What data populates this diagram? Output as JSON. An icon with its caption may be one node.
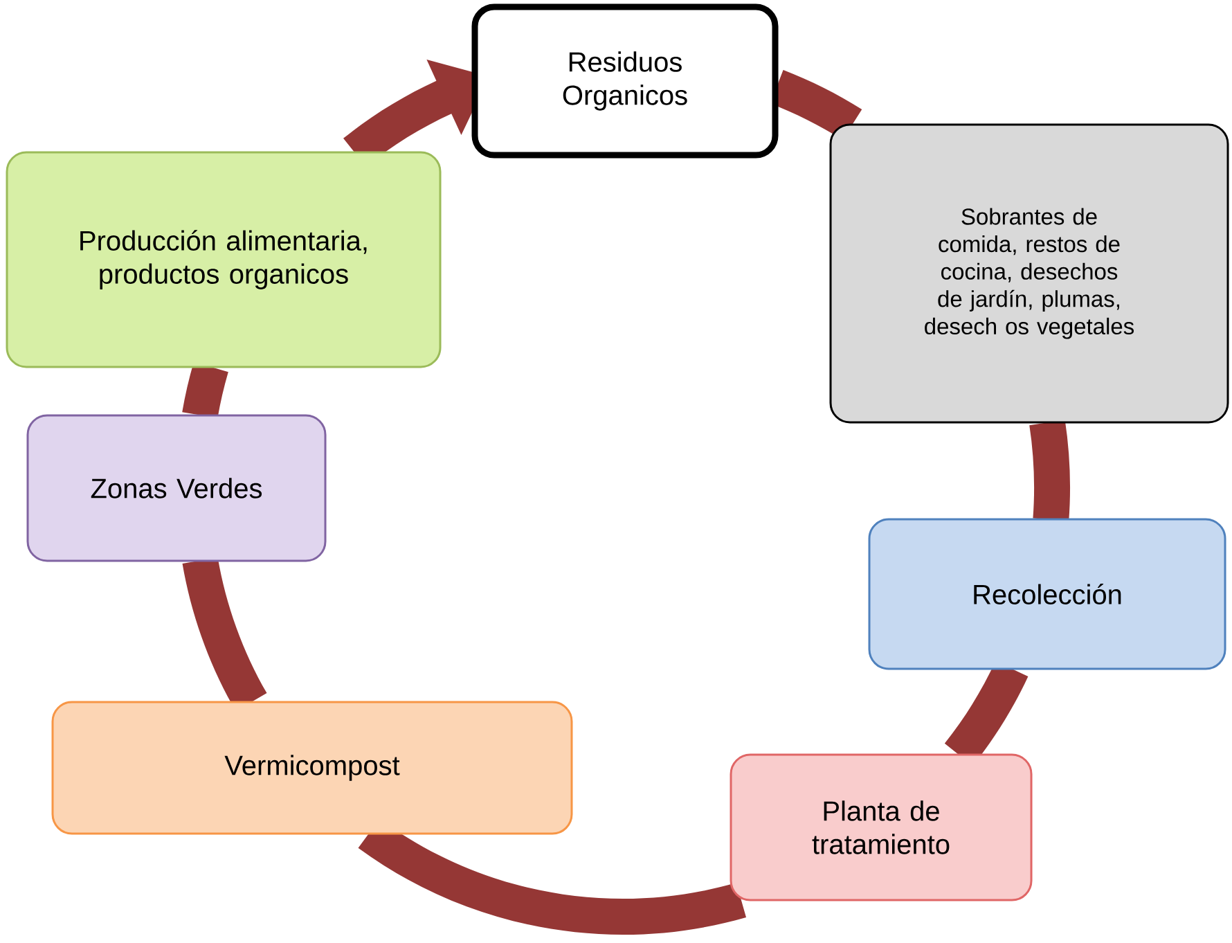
{
  "diagram": {
    "nodes": [
      {
        "text": [
          "Residuos Organicos"
        ]
      },
      {
        "text": [
          "Sobrantes de comida, restos de cocina, desechos de jardín, plumas, desech os vegetales"
        ]
      },
      {
        "text": [
          "Recolección"
        ]
      },
      {
        "text": [
          "Planta de tratamiento"
        ]
      },
      {
        "text": [
          "Vermicompost"
        ]
      },
      {
        "text": [
          "Zonas Verdes"
        ]
      },
      {
        "text": [
          "Producción alimentaria, productos organicos"
        ]
      }
    ],
    "edges": [
      {
        "from": 0,
        "to": 1,
        "arrow": "none"
      },
      {
        "from": 1,
        "to": 2,
        "arrow": "none"
      },
      {
        "from": 2,
        "to": 3,
        "arrow": "none"
      },
      {
        "from": 3,
        "to": 4,
        "arrow": "none"
      },
      {
        "from": 4,
        "to": 5,
        "arrow": "none"
      },
      {
        "from": 5,
        "to": 6,
        "arrow": "none"
      },
      {
        "from": 6,
        "to": 0,
        "arrow": "to"
      }
    ]
  }
}
